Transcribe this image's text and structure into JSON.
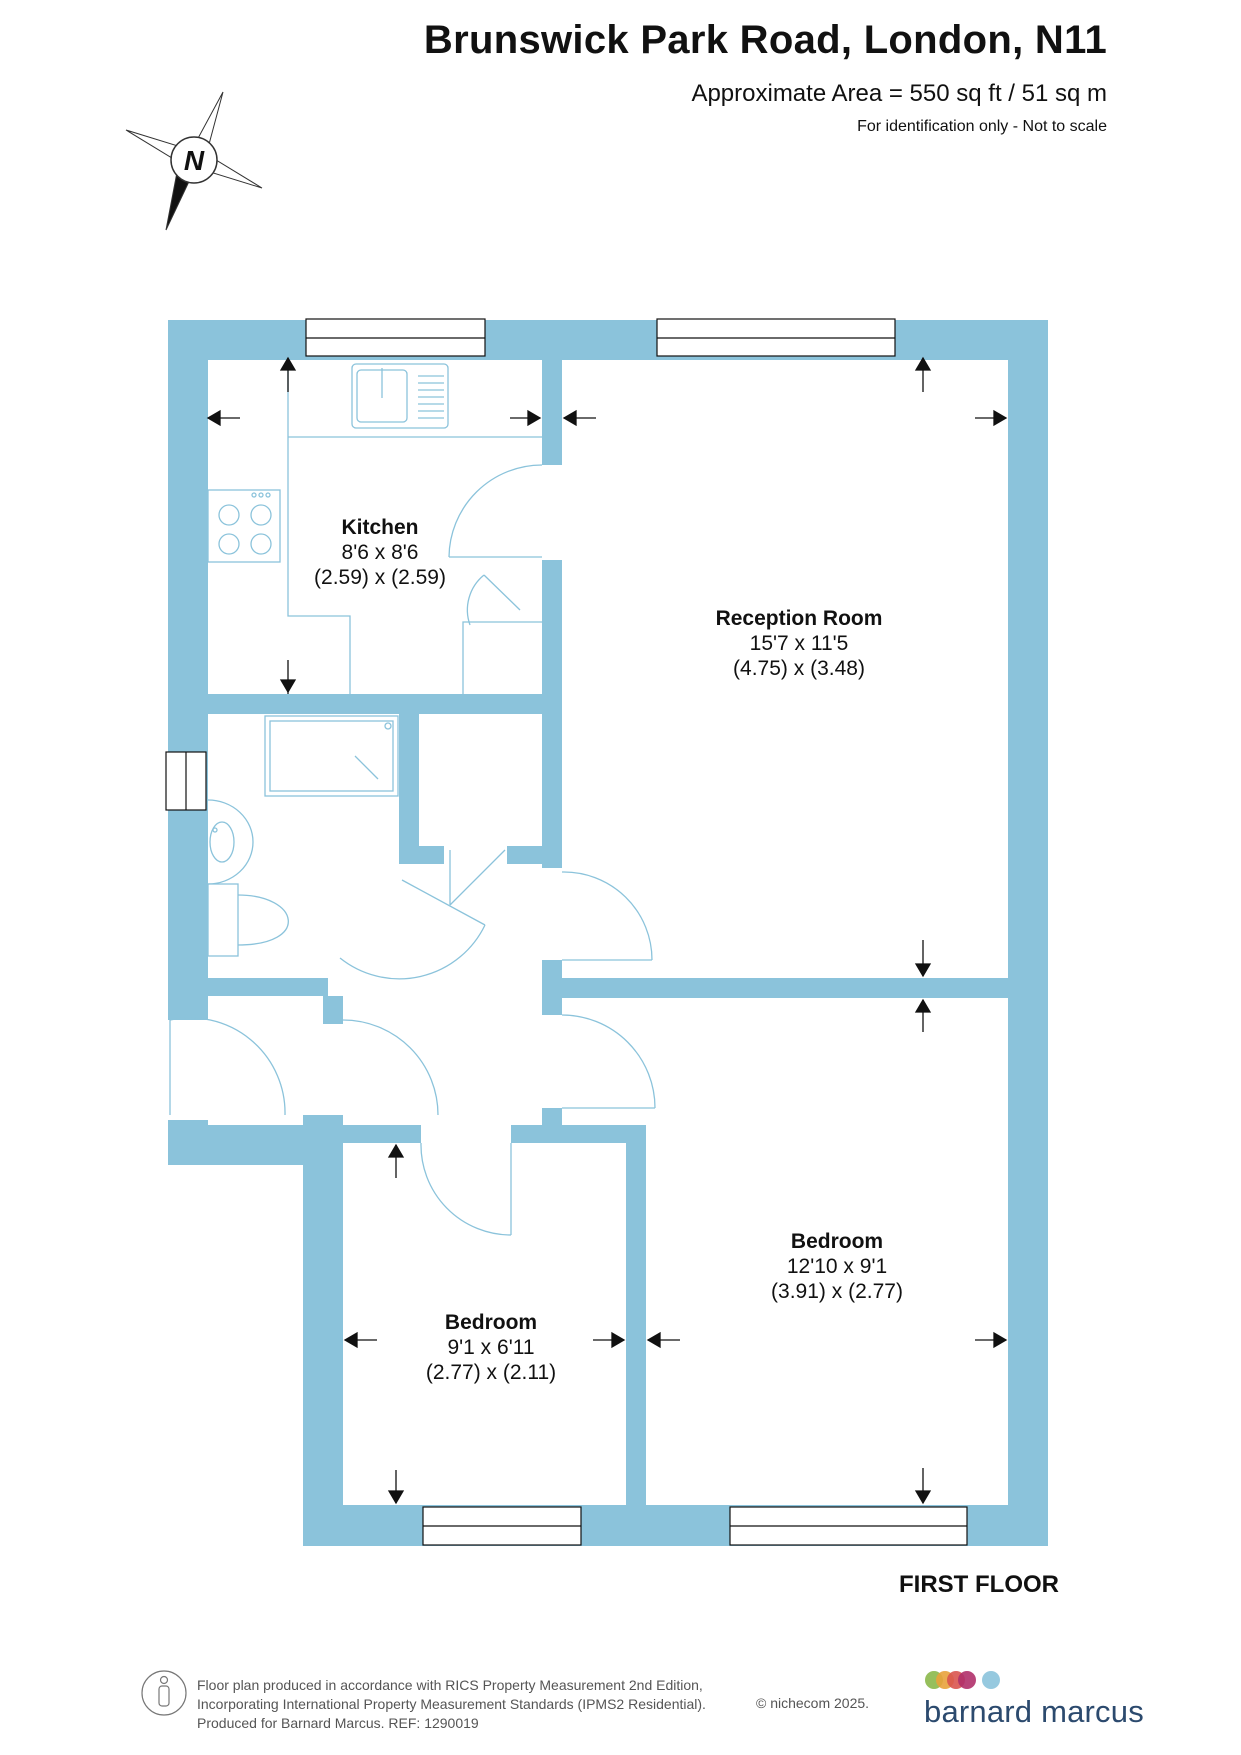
{
  "header": {
    "title": "Brunswick Park Road, London, N11",
    "area": "Approximate Area = 550 sq ft / 51 sq m",
    "identification": "For identification only - Not to scale"
  },
  "compass": {
    "letter": "N",
    "icon": "north-compass-icon"
  },
  "rooms": [
    {
      "name": "Kitchen",
      "imperial": "8'6 x 8'6",
      "metric": "(2.59) x (2.59)"
    },
    {
      "name": "Reception Room",
      "imperial": "15'7 x 11'5",
      "metric": "(4.75) x (3.48)"
    },
    {
      "name": "Bedroom",
      "imperial": "12'10 x 9'1",
      "metric": "(3.91) x (2.77)"
    },
    {
      "name": "Bedroom",
      "imperial": "9'1 x 6'11",
      "metric": "(2.77) x (2.11)"
    }
  ],
  "floor_label": "FIRST FLOOR",
  "colors": {
    "wall": "#8bc3db",
    "window": "#ffffff",
    "fixture_line": "#8bc3db",
    "brand_text": "#2c4a6e"
  },
  "footer": {
    "lines": [
      "Floor plan produced in accordance with RICS Property Measurement 2nd Edition,",
      "Incorporating International Property Measurement Standards (IPMS2 Residential).",
      "Produced for Barnard Marcus.   REF:  1290019"
    ],
    "copyright": "© nichecom 2025.",
    "brand": "barnard marcus",
    "brand_dot_colors": [
      "#8bb84a",
      "#e8a23b",
      "#d9544f",
      "#b0306a",
      "#8bc3db"
    ]
  }
}
